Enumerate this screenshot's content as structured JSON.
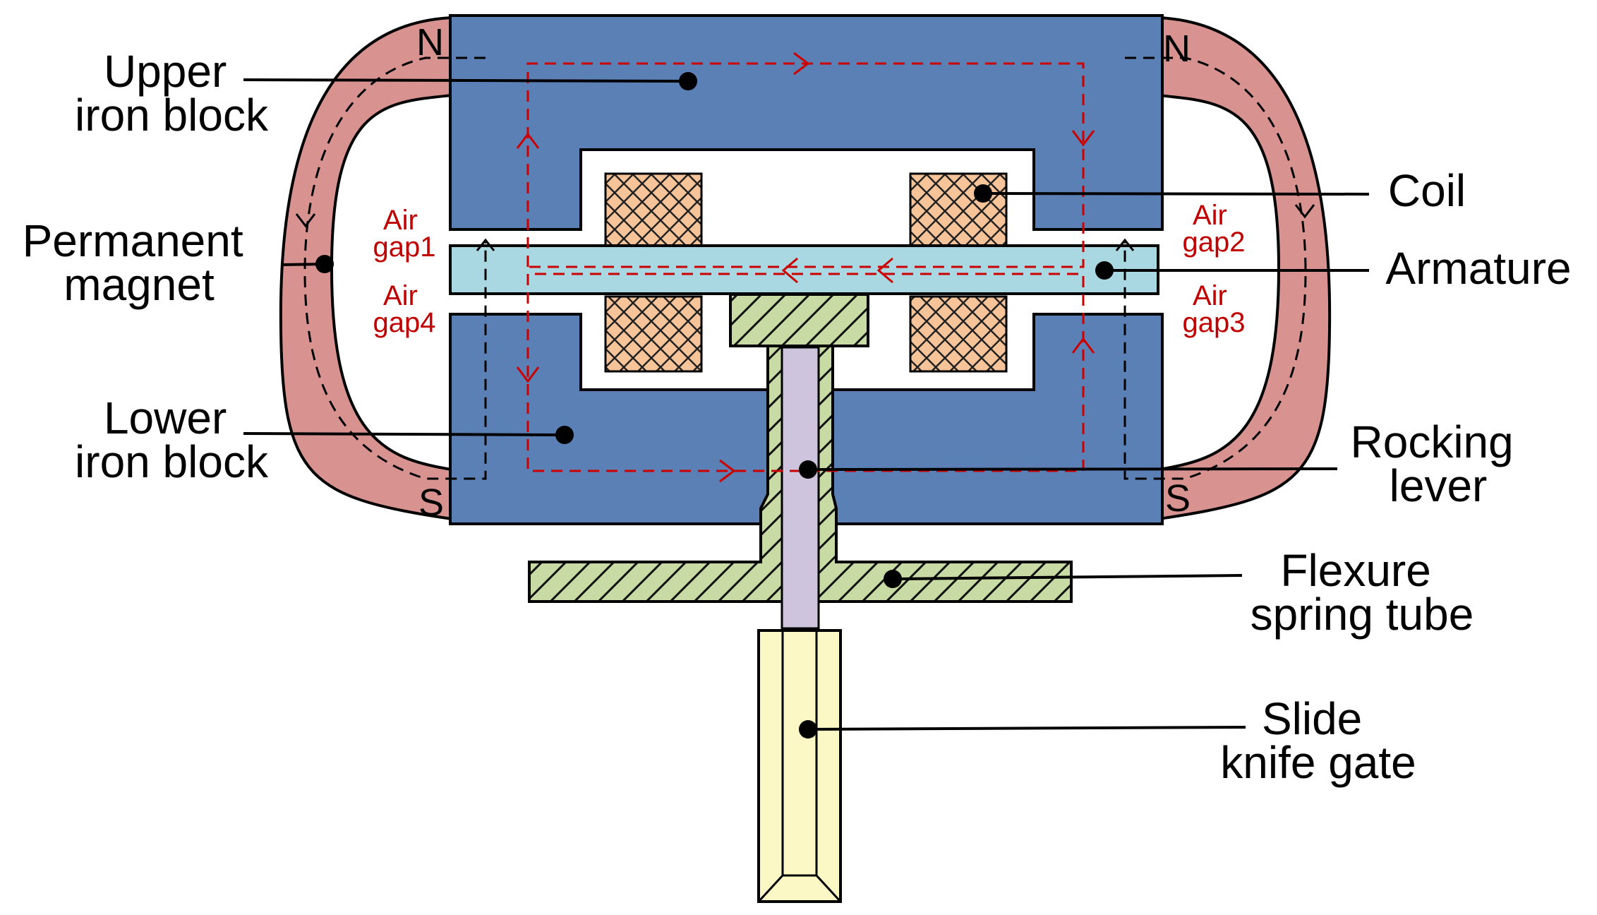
{
  "colors": {
    "iron": "#5b80b5",
    "magnet": "#d89390",
    "armature": "#a9d7e2",
    "coil": "#f7c49a",
    "spring": "#c9dba4",
    "lever": "#cfc4dd",
    "gate": "#fcf8c6",
    "flux": "#cc0000"
  },
  "labels": {
    "upper_iron_block": [
      "Upper",
      "iron block"
    ],
    "permanent_magnet": [
      "Permanent",
      "magnet"
    ],
    "lower_iron_block": [
      "Lower",
      "iron block"
    ],
    "coil": "Coil",
    "armature": "Armature",
    "rocking_lever": [
      "Rocking",
      "lever"
    ],
    "flexure_spring_tube": [
      "Flexure",
      "spring tube"
    ],
    "slide_knife_gate": [
      "Slide",
      "knife gate"
    ]
  },
  "air_gaps": {
    "gap1": [
      "Air",
      "gap1"
    ],
    "gap2": [
      "Air",
      "gap2"
    ],
    "gap3": [
      "Air",
      "gap3"
    ],
    "gap4": [
      "Air",
      "gap4"
    ]
  },
  "poles": {
    "left_north": "N",
    "right_north": "N",
    "left_south": "S",
    "right_south": "S"
  }
}
